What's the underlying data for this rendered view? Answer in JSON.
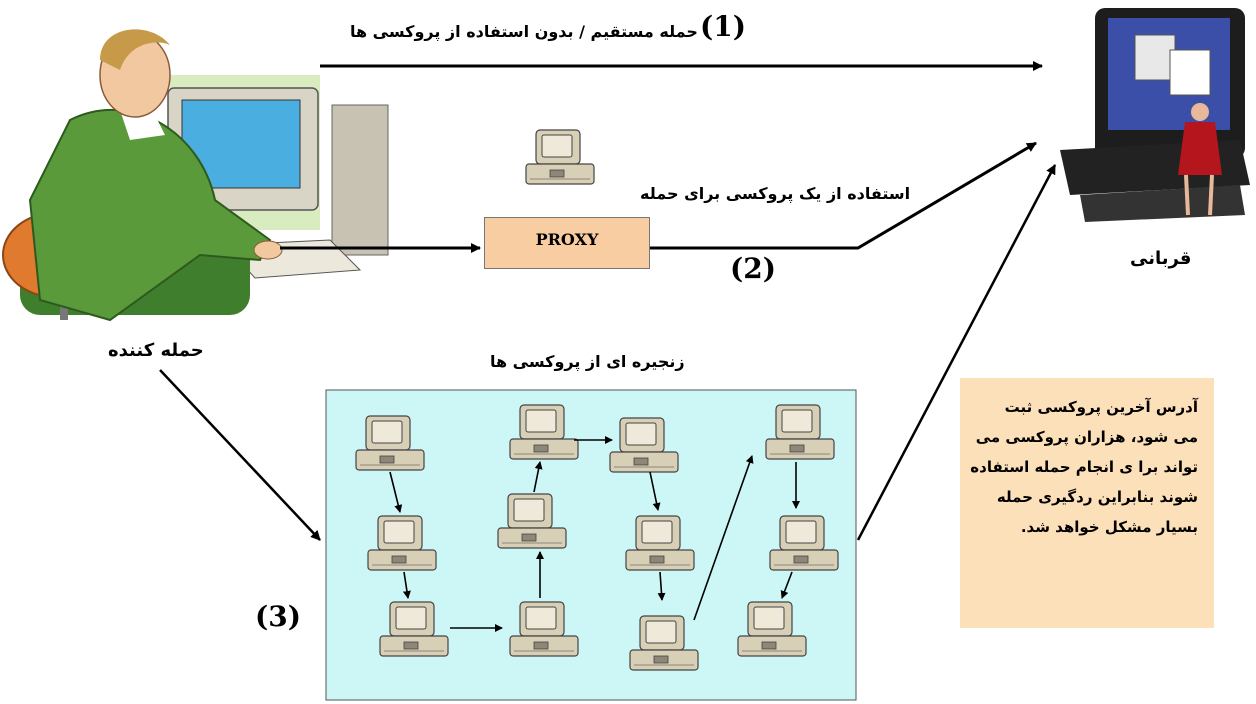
{
  "arrow1": {
    "number": "(1)",
    "label": "حمله مستقیم / بدون استفاده از پروکسی ها"
  },
  "arrow2": {
    "number": "(2)",
    "label": "استفاده از یک پروکسی برای حمله"
  },
  "arrow3": {
    "number": "(3)",
    "label": "زنجیره ای از پروکسی ها"
  },
  "proxy": {
    "label": "PROXY"
  },
  "attacker": {
    "label": "حمله کننده",
    "icon": "attacker-at-computer-icon"
  },
  "victim": {
    "label": "قربانی",
    "icon": "victim-computer-icon"
  },
  "note": {
    "text": "آدرس آخرین پروکسی ثبت\nمی شود، هزاران پروکسی می\nتواند برا ی انجام حمله استفاده\nشوند بنابراین ردگیری حمله\nبسیار مشکل خواهد شد."
  },
  "colors": {
    "proxy_fill": "#f8cda1",
    "chain_fill": "#cdf6f6",
    "note_fill": "#fbe0b9",
    "computer_beige": "#d8cfb7",
    "attacker_shirt": "#5a9a3a"
  }
}
